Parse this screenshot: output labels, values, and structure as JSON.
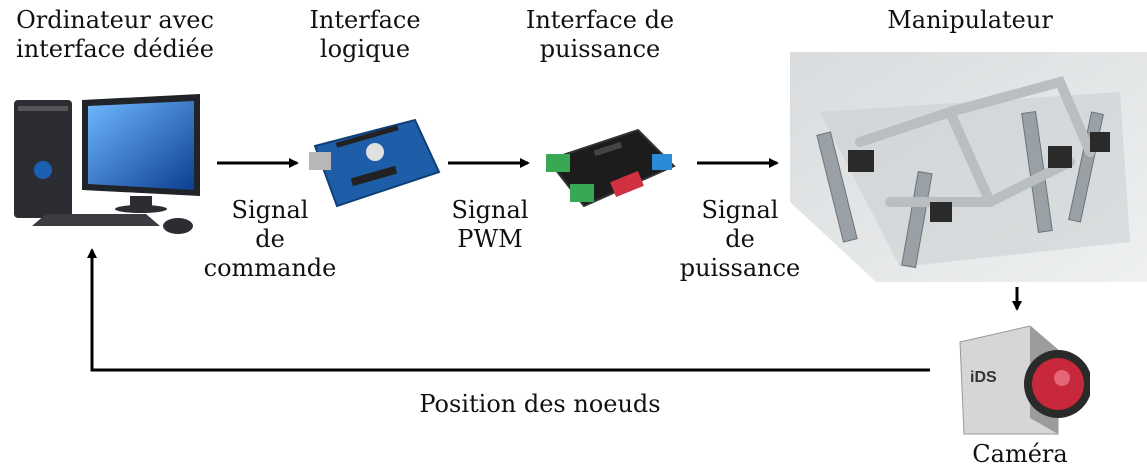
{
  "nodes": {
    "computer": {
      "label": "Ordinateur avec\ninterface dédiée",
      "icon": "desktop-computer-icon"
    },
    "logic": {
      "label": "Interface\nlogique",
      "icon": "arduino-board-icon"
    },
    "power": {
      "label": "Interface de\npuissance",
      "icon": "motor-shield-icon"
    },
    "manip": {
      "label": "Manipulateur",
      "icon": "robot-manipulator-photo"
    },
    "camera": {
      "label": "Caméra",
      "icon": "ids-camera-icon",
      "brand": "iDS"
    }
  },
  "edges": {
    "command": "Signal\nde\ncommande",
    "pwm": "Signal\nPWM",
    "power": "Signal\nde\npuissance",
    "feedback": "Position des noeuds"
  },
  "colors": {
    "line": "#000000",
    "board": "#1e5ea8",
    "shield": "#1c1c1c",
    "terminal": "#39a852",
    "lens": "#c8283c"
  }
}
